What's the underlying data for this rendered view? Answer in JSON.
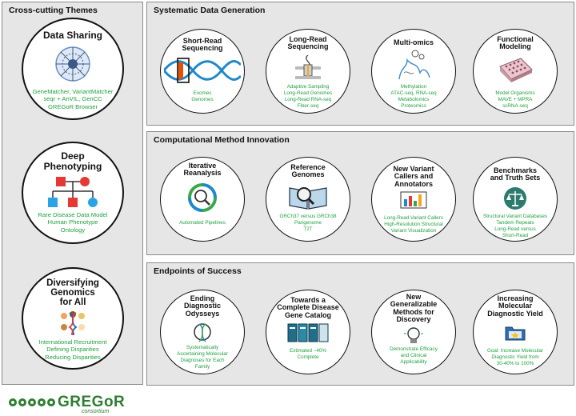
{
  "panels": {
    "cross": "Cross-cutting Themes",
    "sdg": "Systematic Data Generation",
    "cmi": "Computational Method Innovation",
    "eos": "Endpoints of Success"
  },
  "cross_items": [
    {
      "title": [
        "Data Sharing"
      ],
      "desc": [
        "GeneMatcher, VariantMatcher",
        "seqr + AnVIL, GenCC",
        "GREGoR Browser"
      ]
    },
    {
      "title": [
        "Deep",
        "Phenotyping"
      ],
      "desc": [
        "Rare Disease Data Model",
        "Human Phenotype",
        "Ontology"
      ]
    },
    {
      "title": [
        "Diversifying",
        "Genomics",
        "for All"
      ],
      "desc": [
        "International Recruitment",
        "Defining Disparities",
        "Reducing Disparities"
      ]
    }
  ],
  "sdg_items": [
    {
      "title": [
        "Short-Read",
        "Sequencing"
      ],
      "desc": [
        "Exomes",
        "Genomes"
      ]
    },
    {
      "title": [
        "Long-Read",
        "Sequencing"
      ],
      "desc": [
        "Adaptive Sampling",
        "Long-Read Genomes",
        "Long-Read RNA-seq",
        "Fiber-seq"
      ]
    },
    {
      "title": [
        "Multi-omics"
      ],
      "desc": [
        "Methylation",
        "ATAC-seq, RNA-seq",
        "Metabolomics",
        "Proteomics"
      ]
    },
    {
      "title": [
        "Functional",
        "Modeling"
      ],
      "desc": [
        "Model Organisms",
        "MAVE + MPRA",
        "scRNA-seq"
      ]
    }
  ],
  "cmi_items": [
    {
      "title": [
        "Iterative",
        "Reanalysis"
      ],
      "desc": [
        "Automated Pipelines"
      ]
    },
    {
      "title": [
        "Reference",
        "Genomes"
      ],
      "desc": [
        "GRCh37 versus GRCh38",
        "Pangenome",
        "T2T"
      ]
    },
    {
      "title": [
        "New Variant",
        "Callers and",
        "Annotators"
      ],
      "desc": [
        "Long-Read Variant Callers",
        "High-Resolution Structural",
        "Variant Visualization"
      ]
    },
    {
      "title": [
        "Benchmarks",
        "and Truth Sets"
      ],
      "desc": [
        "Structural Variant Databases",
        "Tandem Repeats",
        "Long-Read versus",
        "Short-Read"
      ]
    }
  ],
  "eos_items": [
    {
      "title": [
        "Ending",
        "Diagnostic",
        "Odysseys"
      ],
      "desc": [
        "Systematically",
        "Ascertaining Molecular",
        "Diagnoses for Each",
        "Family"
      ]
    },
    {
      "title": [
        "Towards a",
        "Complete Disease",
        "Gene Catalog"
      ],
      "desc": [
        "Estimated ~40%",
        "Complete"
      ]
    },
    {
      "title": [
        "New",
        "Generalizable",
        "Methods for",
        "Discovery"
      ],
      "desc": [
        "Demonstrate Efficacy",
        "and Clinical",
        "Applicability"
      ]
    },
    {
      "title": [
        "Increasing",
        "Molecular",
        "Diagnostic Yield"
      ],
      "desc": [
        "Goal: Increase Molecular",
        "Diagnostic Yield from",
        "30-40% to 100%"
      ]
    }
  ],
  "logo": {
    "name": "GREGoR",
    "sub": "consortium"
  },
  "colors": {
    "green": "#22a040",
    "panel": "#e6e6e6",
    "red": "#e53935",
    "blue": "#29a3e6"
  }
}
